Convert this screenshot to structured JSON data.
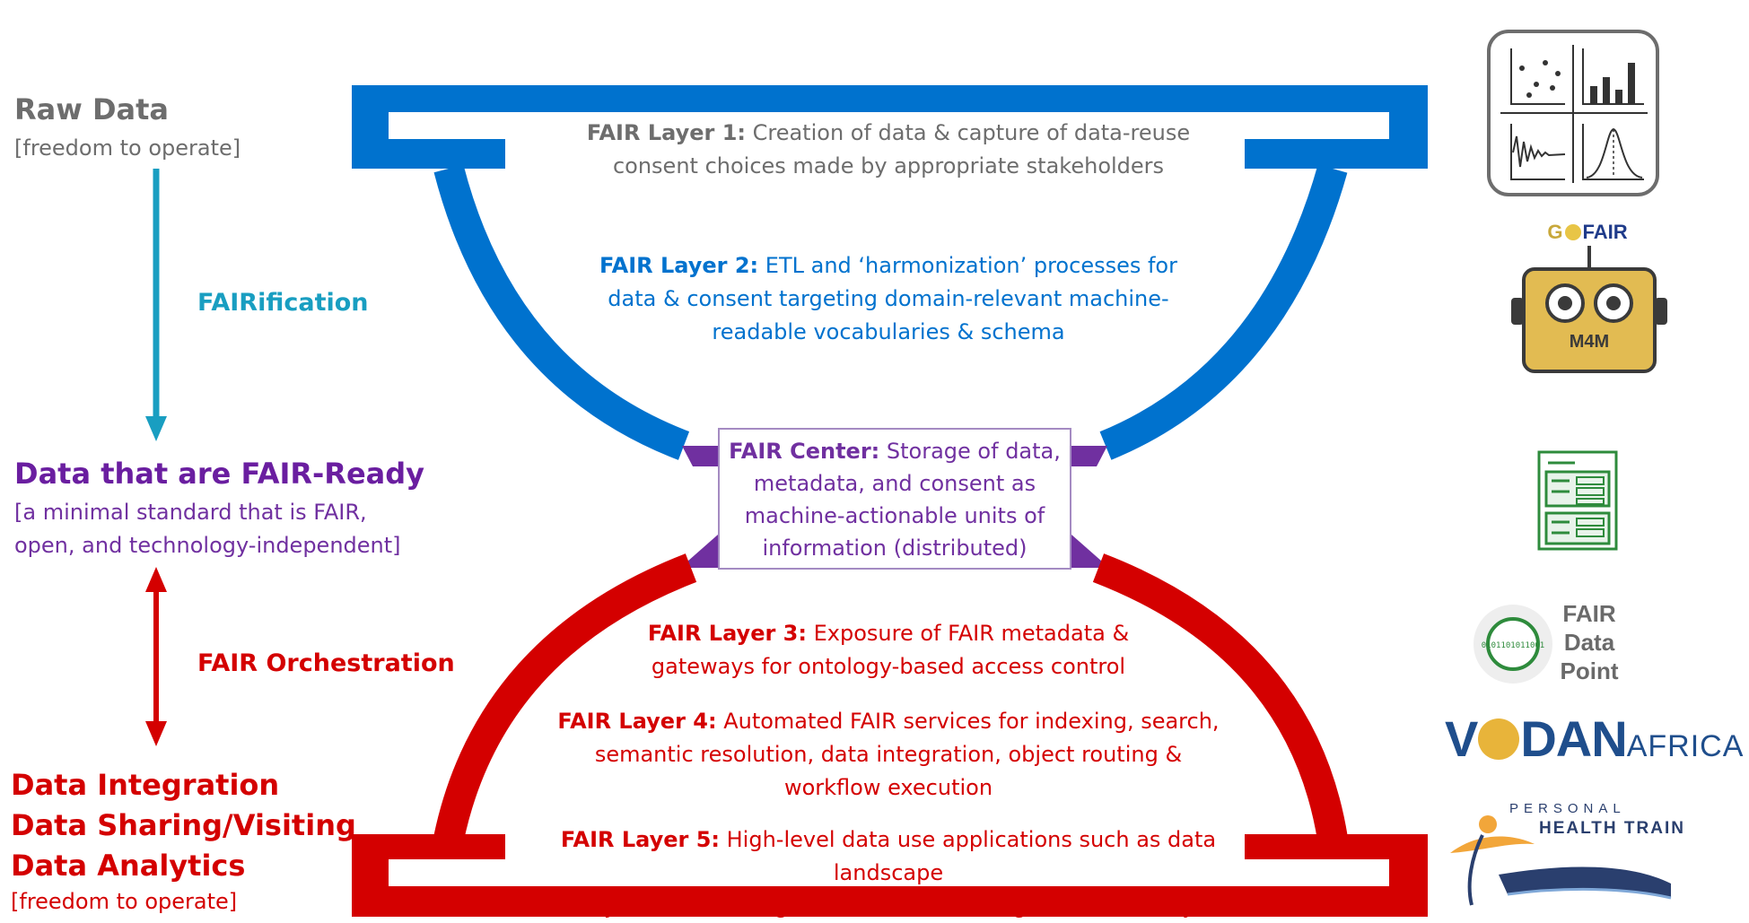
{
  "left": {
    "raw_title": "Raw Data",
    "raw_sub": "[freedom to operate]",
    "fairification": "FAIRification",
    "ready_title": "Data that are FAIR-Ready",
    "ready_sub1": "[a minimal standard that is FAIR,",
    "ready_sub2": "open, and technology-independent]",
    "orchestration": "FAIR Orchestration",
    "int1": "Data Integration",
    "int2": "Data Sharing/Visiting",
    "int3": "Data Analytics",
    "int_sub": "[freedom to operate]"
  },
  "layers": {
    "l1_label": "FAIR Layer 1:",
    "l1_text_a": " Creation of data & capture of data-reuse",
    "l1_text_b": "consent choices made by appropriate stakeholders",
    "l2_label": "FAIR Layer 2:",
    "l2_text_a": " ETL and ‘harmonization’ processes for",
    "l2_text_b": "data & consent targeting domain-relevant machine-",
    "l2_text_c": "readable vocabularies & schema",
    "center_label": "FAIR Center:",
    "center_text_a": " Storage of data,",
    "center_text_b": "metadata, and consent as",
    "center_text_c": "machine-actionable units of",
    "center_text_d": "information (distributed)",
    "l3_label": "FAIR Layer 3:",
    "l3_text_a": " Exposure of FAIR metadata &",
    "l3_text_b": "gateways for ontology-based access control",
    "l4_label": "FAIR Layer 4:",
    "l4_text_a": " Automated FAIR services for indexing, search,",
    "l4_text_b": "semantic resolution, data integration, object routing &",
    "l4_text_c": "workflow execution",
    "l5_label": "FAIR Layer 5:",
    "l5_text_a": " High-level data use applications such as data landscape",
    "l5_text_b": "surveys, data exchange, distributed learning and data analytics"
  },
  "logos": {
    "gofair_a": "G",
    "gofair_b": "FAIR",
    "m4m": "M4M",
    "fdp1": "FAIR",
    "fdp2": "Data",
    "fdp3": "Point",
    "fdp_bits": "0101101011001",
    "vodan_a": "V",
    "vodan_b": "DAN",
    "vodan_c": "AFRICA",
    "pht_a": "PERSONAL",
    "pht_b": "HEALTH TRAIN"
  },
  "colors": {
    "blue": "#0072ce",
    "red": "#d40000",
    "purple": "#7030a0",
    "teal": "#199ec1"
  }
}
